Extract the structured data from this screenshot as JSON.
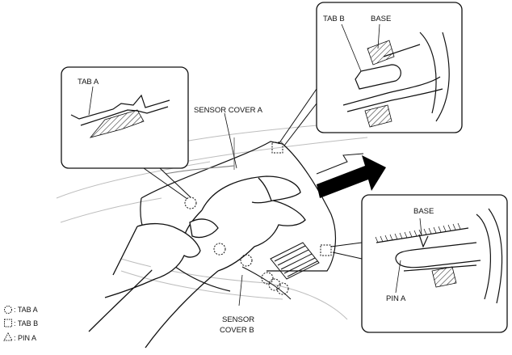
{
  "labels": {
    "tab_a": "TAB A",
    "tab_b": "TAB B",
    "base_top": "BASE",
    "base_right": "BASE",
    "pin_a": "PIN A",
    "sensor_cover_a": "SENSOR COVER A",
    "sensor_cover_b_line1": "SENSOR",
    "sensor_cover_b_line2": "COVER B"
  },
  "legend": [
    {
      "symbol": "dotted-circle",
      "label": ": TAB A"
    },
    {
      "symbol": "dotted-square",
      "label": ": TAB B"
    },
    {
      "symbol": "dotted-triangle",
      "label": ": PIN A"
    }
  ],
  "colors": {
    "line": "#111111",
    "arrow": "#000000",
    "ghost": "#bdbdbd"
  }
}
